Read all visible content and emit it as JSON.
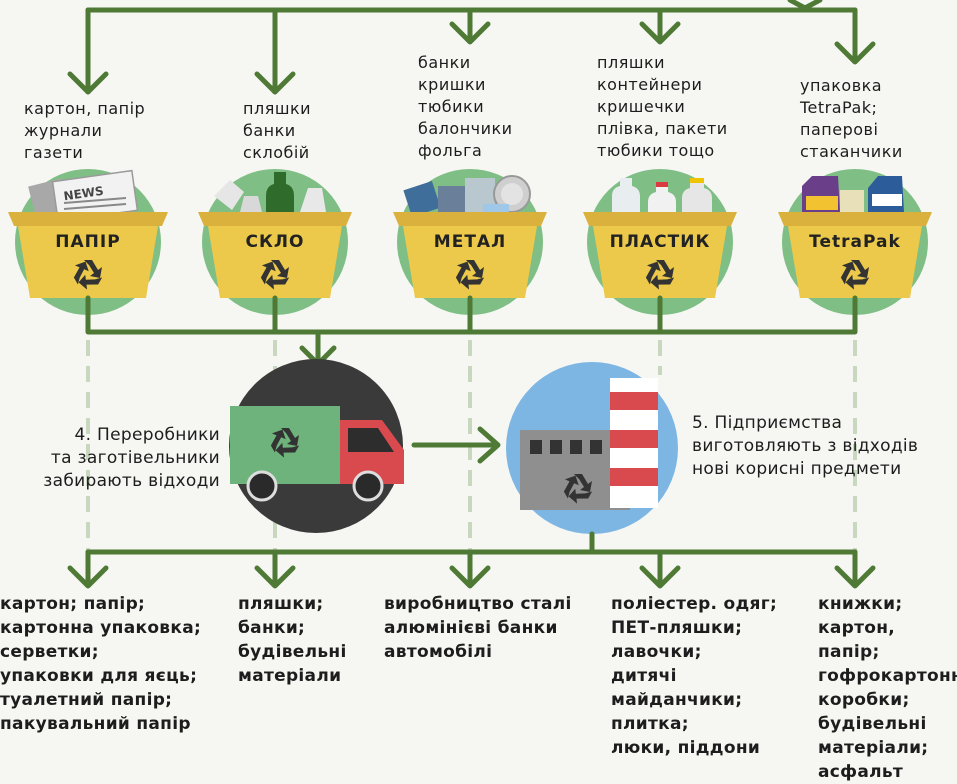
{
  "colors": {
    "line_green": "#4f7a35",
    "circle_green": "#7fbf86",
    "bin_yellow": "#ecc94b",
    "bin_dark": "#d9b13c",
    "truck_circle": "#3a3a3a",
    "factory_circle": "#7db6e3"
  },
  "bins": [
    {
      "label": "ПАПІР",
      "items": "картон, папір\nжурнали\nгазети",
      "icon": "newspaper-icon",
      "outputs": "картон; папір;\nкартонна упаковка;\nсерветки;\nупаковки для яєць;\nтуалетний папір;\nпакувальний папір"
    },
    {
      "label": "СКЛО",
      "items": "пляшки\nбанки\nсклобій",
      "icon": "glass-bottle-icon",
      "outputs": "пляшки;\nбанки;\nбудівельні\nматеріали"
    },
    {
      "label": "МЕТАЛ",
      "items": "банки\nкришки\nтюбики\nбалончики\nфольга",
      "icon": "metal-can-icon",
      "outputs": "виробництво сталі\nалюмінієві банки\nавтомобілі"
    },
    {
      "label": "ПЛАСТИК",
      "items": "пляшки\nконтейнери\nкришечки\nплівка, пакети\nтюбики тощо",
      "icon": "plastic-bottle-icon",
      "outputs": "поліестер. одяг;\nПЕТ-пляшки;\nлавочки;\nдитячі\nмайданчики;\nплитка;\nлюки, піддони"
    },
    {
      "label": "TetraPak",
      "items": "упаковка\nTetraPak;\nпаперові\nстаканчики",
      "icon": "tetrapak-carton-icon",
      "outputs": "книжки;\nкартон, папір;\nгофрокартонні\nкоробки;\nбудівельні\nматеріали;\nасфальт"
    }
  ],
  "steps": {
    "collectors": "4. Переробники\nта заготівельники\nзабирають відходи",
    "factory": "5. Підприємства\nвиготовляють з відходів\nнові корисні предмети"
  },
  "icons": {
    "truck": "truck-icon",
    "factory": "factory-icon",
    "recycle": "recycle-icon"
  }
}
